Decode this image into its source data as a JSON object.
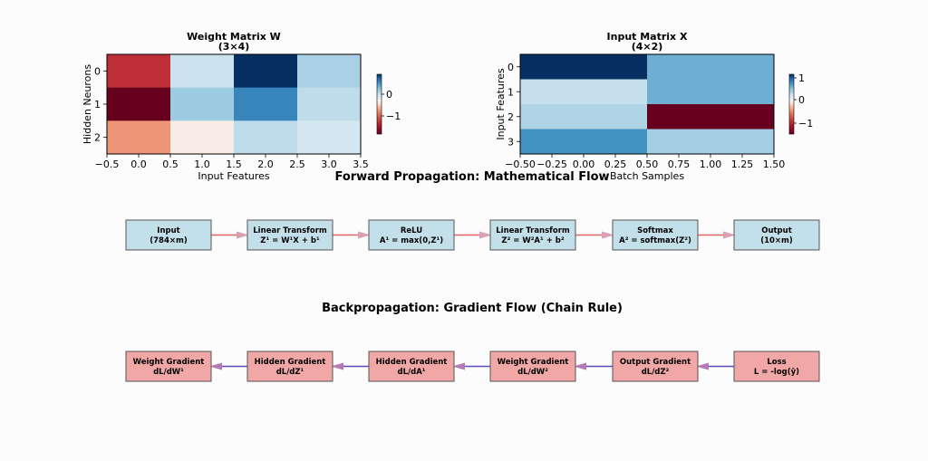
{
  "colors": {
    "forward_box": "#c3e0ea",
    "backward_box": "#f2a7a7",
    "forward_arrow": "#e06666",
    "backward_arrow": "#5b4bbd",
    "heatmap_colormap": "RdBu"
  },
  "heatmaps": [
    {
      "key": "weight",
      "title_line1": "Weight Matrix W",
      "title_line2": "(3×4)",
      "xlabel": "Input Features",
      "ylabel": "Hidden Neurons",
      "xticks": [
        "−0.5",
        "0.0",
        "0.5",
        "1.0",
        "1.5",
        "2.0",
        "2.5",
        "3.0",
        "3.5"
      ],
      "yticks": [
        "0",
        "1",
        "2"
      ],
      "colorbar_ticks": [
        "0",
        "−1"
      ],
      "colorbar_range": [
        -1.8,
        1.0
      ],
      "values": [
        [
          -1.25,
          0.05,
          1.0,
          0.2
        ],
        [
          -1.8,
          0.25,
          0.65,
          0.1
        ],
        [
          -0.7,
          -0.3,
          0.1,
          0.0
        ]
      ]
    },
    {
      "key": "input",
      "title_line1": "Input Matrix X",
      "title_line2": "(4×2)",
      "xlabel": "Batch Samples",
      "ylabel": "Input Features",
      "xticks": [
        "−0.50",
        "−0.25",
        "0.00",
        "0.25",
        "0.50",
        "0.75",
        "1.00",
        "1.25",
        "1.50"
      ],
      "yticks": [
        "0",
        "1",
        "2",
        "3"
      ],
      "colorbar_ticks": [
        "1",
        "0",
        "−1"
      ],
      "colorbar_range": [
        -1.5,
        1.2
      ],
      "values": [
        [
          1.2,
          0.65
        ],
        [
          0.3,
          0.65
        ],
        [
          0.4,
          -1.5
        ],
        [
          0.8,
          0.45
        ]
      ]
    }
  ],
  "forward": {
    "title": "Forward Propagation: Mathematical Flow",
    "boxes": [
      {
        "line1": "Input",
        "line2": "(784×m)"
      },
      {
        "line1": "Linear Transform",
        "line2": "Z¹ = W¹X + b¹"
      },
      {
        "line1": "ReLU",
        "line2": "A¹ = max(0,Z¹)"
      },
      {
        "line1": "Linear Transform",
        "line2": "Z² = W²A¹ + b²"
      },
      {
        "line1": "Softmax",
        "line2": "A² = softmax(Z²)"
      },
      {
        "line1": "Output",
        "line2": "(10×m)"
      }
    ]
  },
  "backward": {
    "title": "Backpropagation: Gradient Flow (Chain Rule)",
    "boxes": [
      {
        "line1": "Weight Gradient",
        "line2": "dL/dW¹"
      },
      {
        "line1": "Hidden Gradient",
        "line2": "dL/dZ¹"
      },
      {
        "line1": "Hidden Gradient",
        "line2": "dL/dA¹"
      },
      {
        "line1": "Weight Gradient",
        "line2": "dL/dW²"
      },
      {
        "line1": "Output Gradient",
        "line2": "dL/dZ²"
      },
      {
        "line1": "Loss",
        "line2": "L = -log(ŷ)"
      }
    ]
  }
}
